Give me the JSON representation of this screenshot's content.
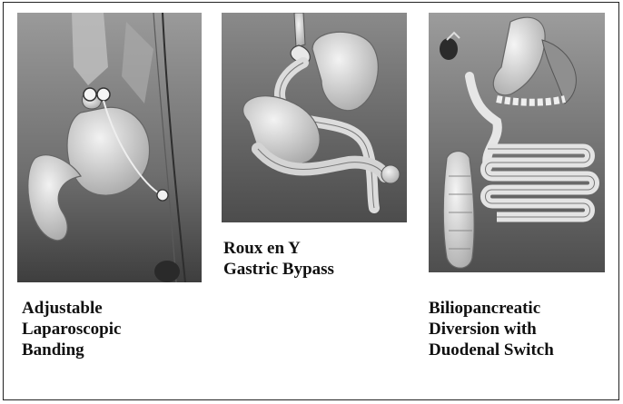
{
  "panels": [
    {
      "id": "banding",
      "caption": [
        "Adjustable",
        "Laparoscopic",
        "Banding"
      ]
    },
    {
      "id": "bypass",
      "caption": [
        "Roux en Y",
        "Gastric Bypass"
      ]
    },
    {
      "id": "duodenal-switch",
      "caption": [
        "Biliopancreatic",
        "Diversion with",
        "Duodenal Switch"
      ]
    }
  ],
  "colors": {
    "panel_dark": "#4a4a4a",
    "panel_light": "#b5b5b5",
    "organ": "#dcdcdc",
    "organ_shade": "#8a8a8a",
    "border": "#222222"
  }
}
